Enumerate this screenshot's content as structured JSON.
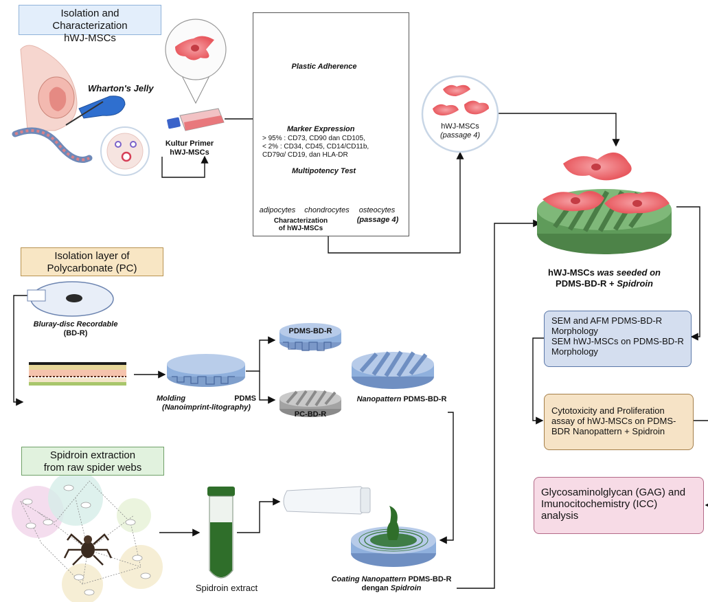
{
  "sections": {
    "isolation": {
      "title_line1": "Isolation and Characterization",
      "title_line2": "hWJ-MSCs"
    },
    "pc_layer": {
      "title_line1": "Isolation layer of",
      "title_line2": "Polycarbonate (PC)"
    },
    "spidroin": {
      "title_line1": "Spidroin extraction",
      "title_line2": "from raw spider webs"
    }
  },
  "labels": {
    "whartons_jelly": "Wharton's Jelly",
    "kultur_line1": "Kultur Primer",
    "kultur_line2": "hWJ-MSCs",
    "plastic_adherence": "Plastic Adherence",
    "marker_expression": "Marker Expression",
    "marker_line1": "> 95% : CD73, CD90 dan CD105,",
    "marker_line2": "< 2% :  CD34, CD45, CD14/CD11b,",
    "marker_line3": "CD79α/ CD19, dan HLA-DR",
    "multipotency_test": "Multipotency Test",
    "adipocytes": "adipocytes",
    "chondrocytes": "chondrocytes",
    "osteocytes": "osteocytes",
    "passage_paren": "(passage 4)",
    "char_line1": "Characterization",
    "char_line2": "of hWJ-MSCs",
    "hwj_msc_circle": "hWJ-MSCs",
    "hwj_passage": "(passage 4)",
    "seeded_line1_a": "hWJ-MSCs ",
    "seeded_line1_b": "was seeded on",
    "seeded_line2_a": "PDMS-BD-R + ",
    "seeded_line2_b": "Spidroin",
    "bluray_line1": "Bluray-disc Recordable",
    "bluray_line2": "(BD-R)",
    "pdms_bdr": "PDMS-BD-R",
    "pc_bdr": "PC-BD-R",
    "molding": "Molding",
    "pdms": "PDMS",
    "nanoimprint": "(Nanoimprint-litography)",
    "nanopattern_a": "Nanopattern",
    "nanopattern_b": " PDMS-BD-R",
    "spidroin_extract": "Spidroin extract",
    "coating_line1_a": "Coating Nanopattern",
    "coating_line1_b": " PDMS-BD-R",
    "coating_line2_a": "dengan ",
    "coating_line2_b": "Spidroin"
  },
  "flow_boxes": {
    "sem_afm": "SEM and AFM PDMS-BD-R Morphology SEM hWJ-MSCs on PDMS-BD-R Morphology",
    "sem_line1": "SEM and AFM PDMS-BD-R",
    "sem_line2": "Morphology",
    "sem_line3": "SEM hWJ-MSCs on PDMS-BD-R",
    "sem_line4": "Morphology",
    "cyto_line1": "Cytotoxicity and Proliferation",
    "cyto_line2": "assay of hWJ-MSCs on PDMS-",
    "cyto_line3": "BDR Nanopattern + Spidroin",
    "gag_line1": "Glycosaminolglycan (GAG) and",
    "gag_line2": "Imunocitochemistry (ICC)",
    "gag_line3": "analysis"
  },
  "colors": {
    "cell_pink": "#ee6f75",
    "pdms_blue": "#8fb0dd",
    "scaffold_green": "#5f9b5a",
    "flow_blue": "#d4deef",
    "flow_tan": "#f6e3c6",
    "flow_pink": "#f7dbe6",
    "header_blue": "#e3eefb",
    "header_tan": "#f8e6c4",
    "header_green": "#e1f2de",
    "spidroin_green": "#2f6e2a"
  }
}
